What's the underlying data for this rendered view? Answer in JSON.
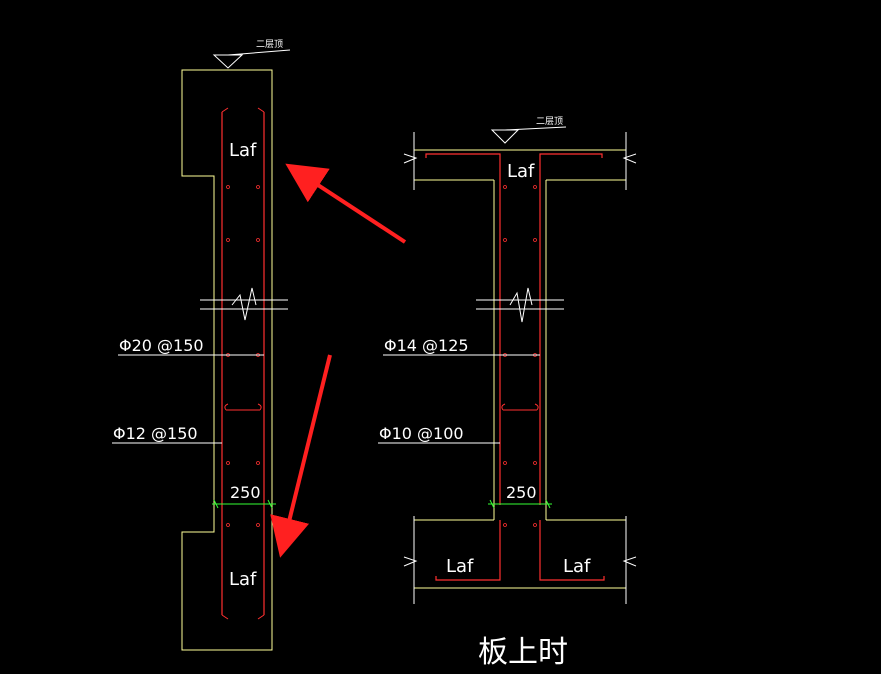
{
  "colors": {
    "background": "#000000",
    "outline": "#ffff99",
    "rebar": "#ff3030",
    "leader": "#ffffff",
    "dimension": "#33ff33",
    "arrow": "#ff2020"
  },
  "left_wall": {
    "top_level_label": "二层顶",
    "anchor_label_top": "Laf",
    "anchor_label_bottom": "Laf",
    "vertical_bar_label": "Φ20 @150",
    "horizontal_bar_label": "Φ12 @150",
    "thickness_label": "250"
  },
  "right_wall": {
    "top_level_label": "二层顶",
    "anchor_label_top": "Laf",
    "anchor_label_bottom_left": "Laf",
    "anchor_label_bottom_right": "Laf",
    "vertical_bar_label": "Φ14 @125",
    "horizontal_bar_label": "Φ10 @100",
    "thickness_label": "250"
  },
  "caption": "板上时"
}
